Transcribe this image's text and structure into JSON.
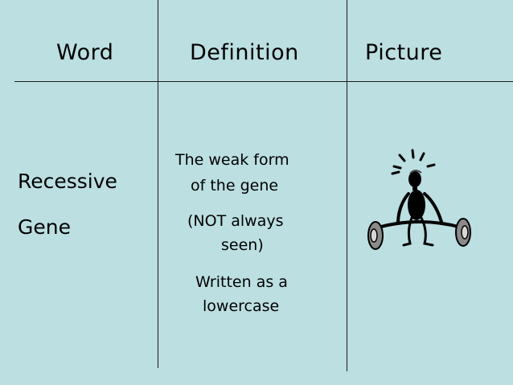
{
  "table": {
    "headers": {
      "word": "Word",
      "definition": "Definition",
      "picture": "Picture"
    },
    "row": {
      "word_line1": "Recessive",
      "word_line2": "Gene",
      "definition_lines": [
        "The weak form",
        "of the gene",
        "(NOT always",
        "seen)",
        "Written as a",
        "lowercase"
      ],
      "picture_icon": "weightlifter-icon"
    }
  },
  "colors": {
    "background": "#bcdfe1",
    "lines": "#1a1a1a"
  }
}
